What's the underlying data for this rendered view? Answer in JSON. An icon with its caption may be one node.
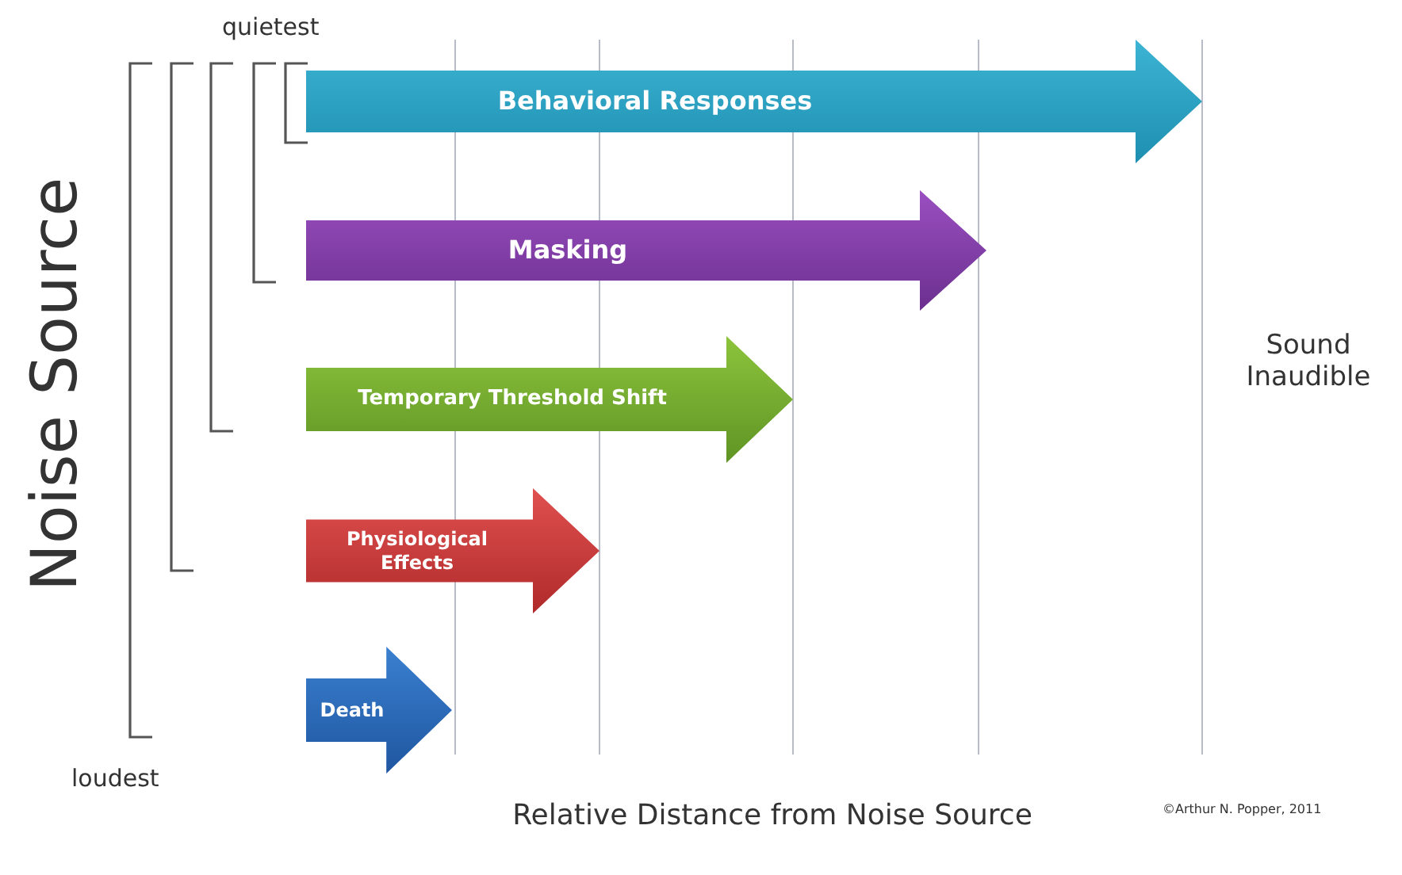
{
  "diagram": {
    "nodes": [
      {
        "text": [
          "Behavioral Responses"
        ]
      },
      {
        "text": [
          "Masking"
        ]
      },
      {
        "text": [
          "Temporary Threshold Shift"
        ]
      },
      {
        "text": [
          "Physiological Effects"
        ]
      },
      {
        "text": [
          "Death"
        ]
      }
    ],
    "labels": [
      "quietest",
      "Noise Source",
      "Sound Inaudible",
      "loudest",
      "Relative Distance from Noise Source",
      "©Arthur N. Popper, 2011"
    ]
  }
}
